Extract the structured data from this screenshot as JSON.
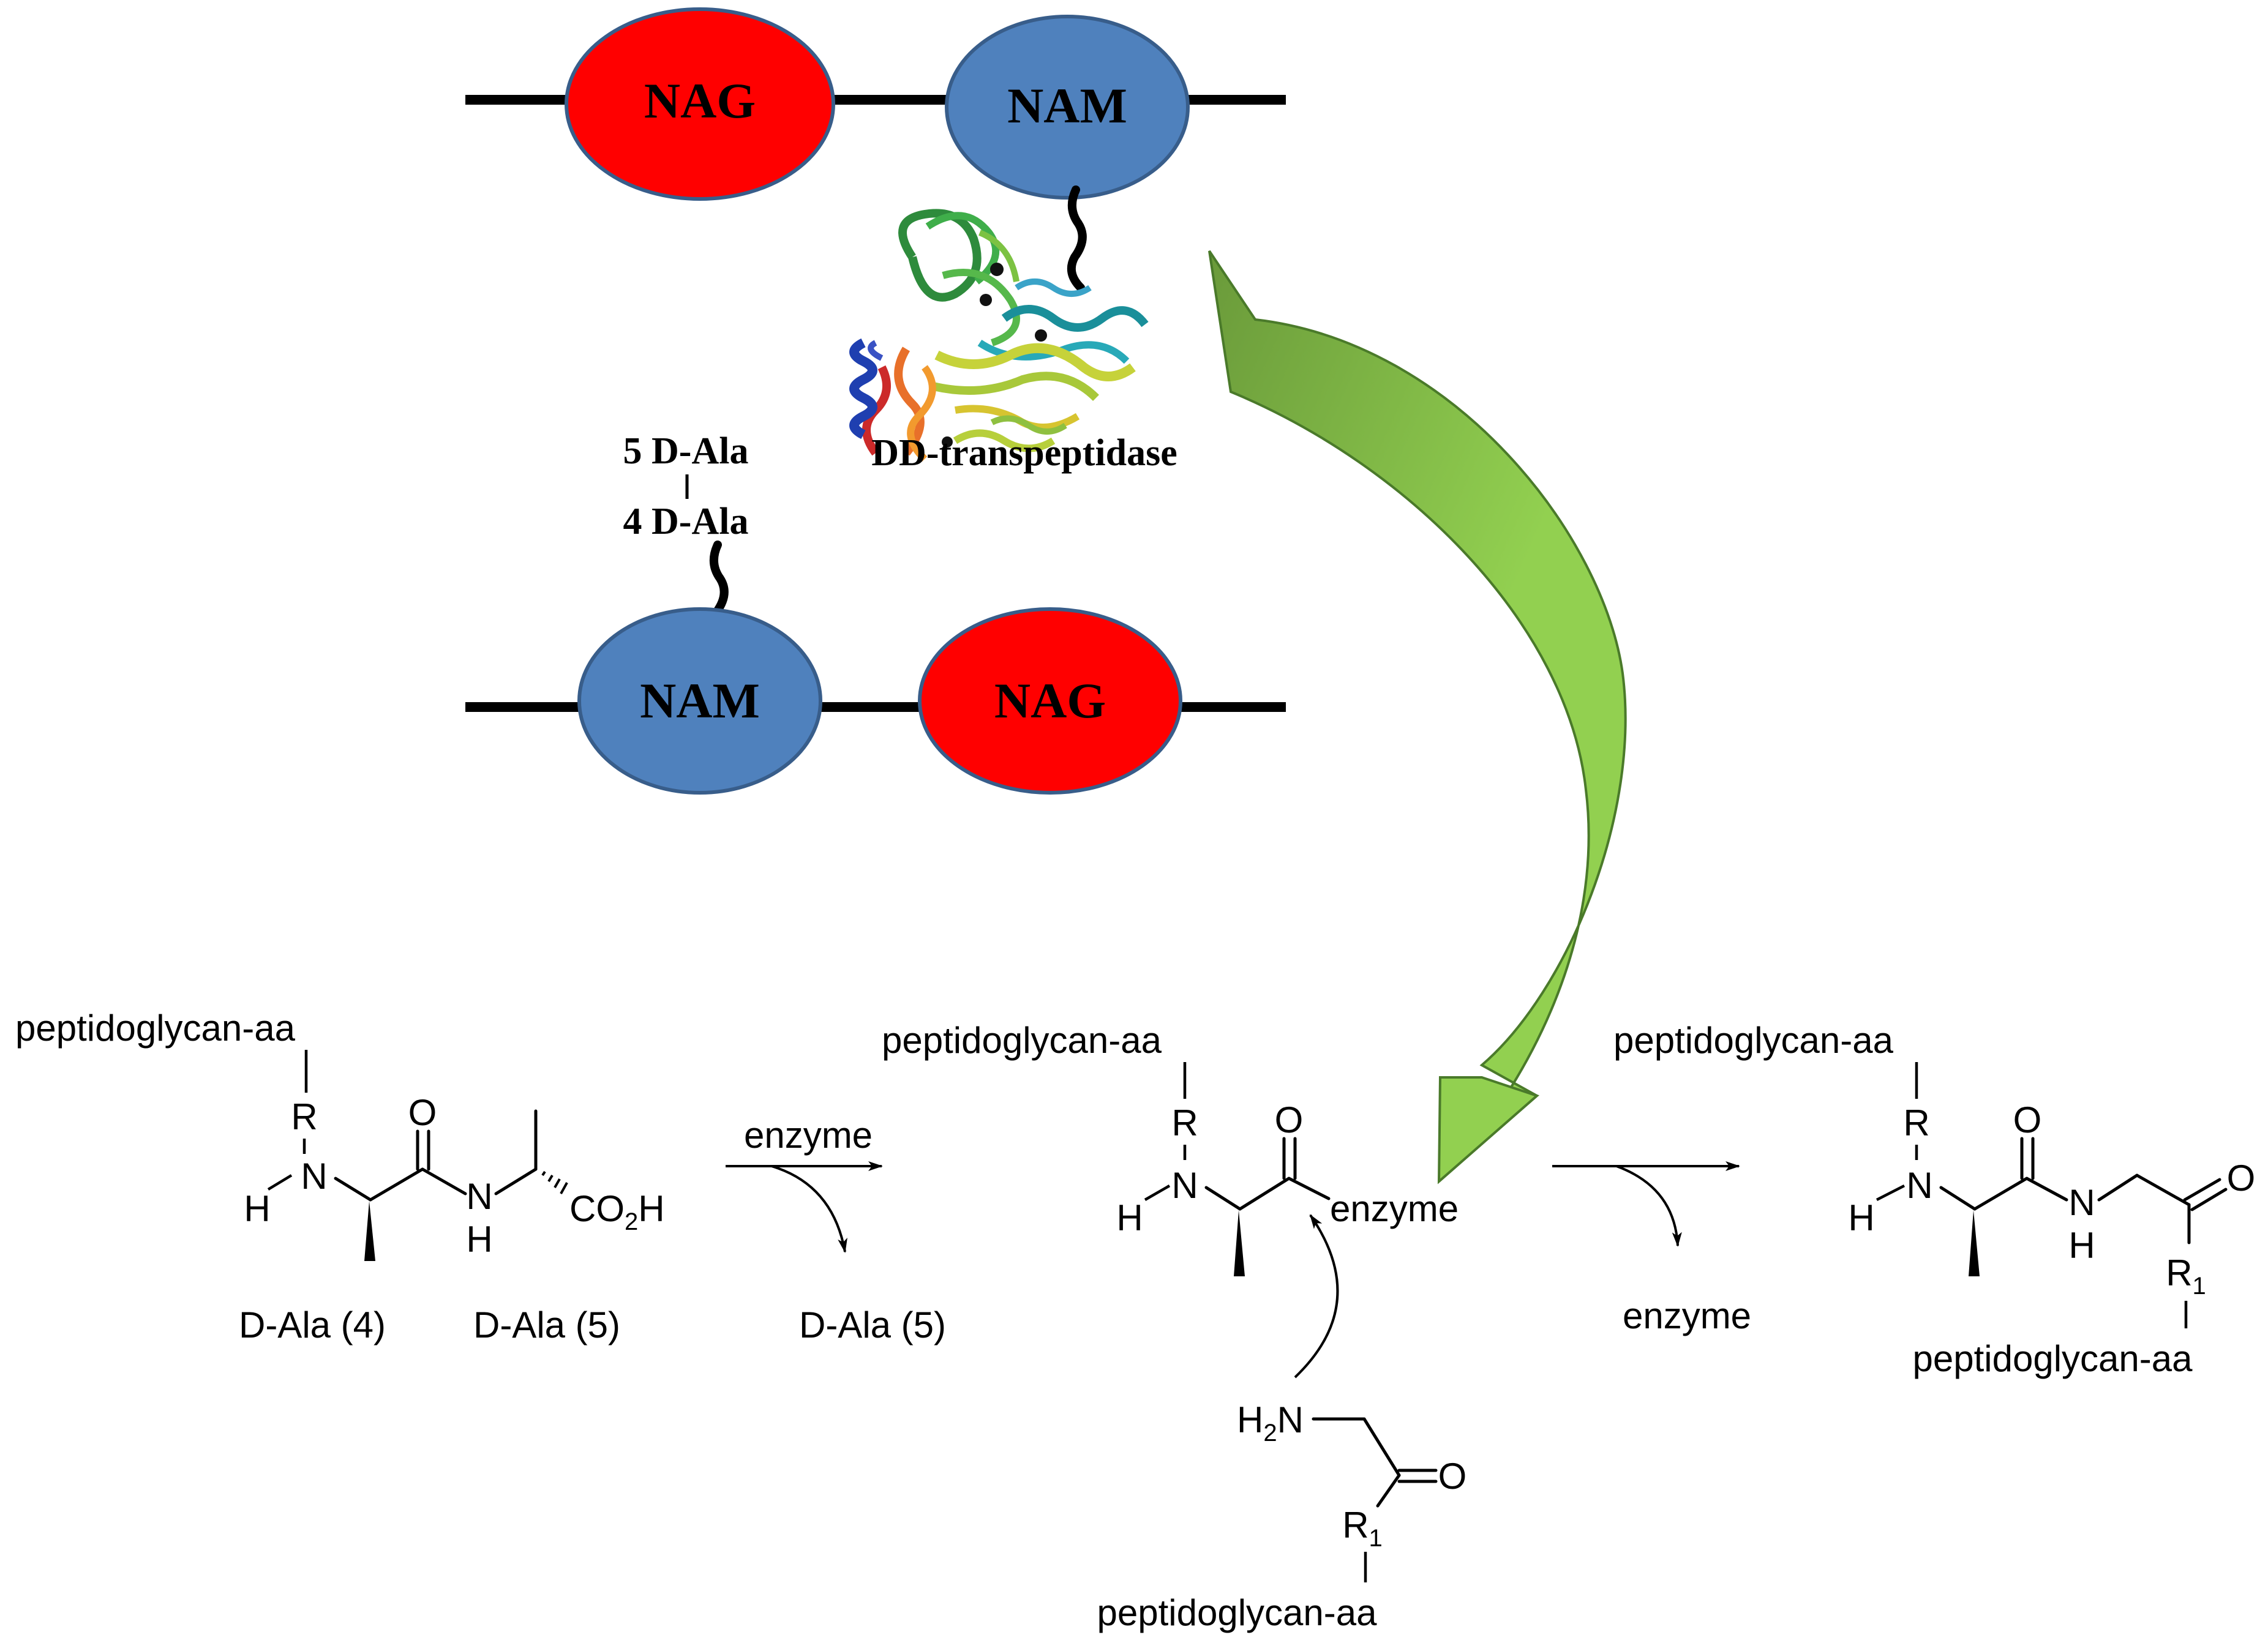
{
  "colors": {
    "nag_fill": "#ff0000",
    "nam_fill": "#4f81bd",
    "ellipse_stroke": "#385d8a",
    "arrow_light": "#92d050",
    "arrow_dark": "#6a9a3a"
  },
  "top_strand": {
    "left": "NAG",
    "right": "NAM"
  },
  "bottom_strand": {
    "left": "NAM",
    "right": "NAG"
  },
  "peptide": {
    "residue5": "5 D-Ala",
    "residue4": "4 D-Ala"
  },
  "enzyme_label": "DD-transpeptidase",
  "scheme": {
    "molecule1": {
      "chain": "peptidoglycan-aa",
      "r": "R",
      "n": "N",
      "h": "H",
      "o": "O",
      "nh_n": "N",
      "nh_h": "H",
      "acid_co": "CO",
      "acid_sub": "2",
      "acid_h": "H",
      "label4": "D-Ala (4)",
      "label5": "D-Ala (5)"
    },
    "step1": {
      "above": "enzyme",
      "below": "D-Ala (5)"
    },
    "molecule2": {
      "chain": "peptidoglycan-aa",
      "r": "R",
      "n": "N",
      "h": "H",
      "o": "O",
      "enzyme": "enzyme"
    },
    "nucleophile": {
      "h2n_h": "H",
      "h2n_sub": "2",
      "h2n_n": "N",
      "o": "O",
      "r1": "R",
      "r1_sub": "1",
      "chain": "peptidoglycan-aa"
    },
    "step2": {
      "below": "enzyme"
    },
    "molecule3": {
      "chain": "peptidoglycan-aa",
      "r": "R",
      "n": "N",
      "h": "H",
      "o1": "O",
      "nh_n": "N",
      "nh_h": "H",
      "o2": "O",
      "r1": "R",
      "r1_sub": "1",
      "chain2": "peptidoglycan-aa"
    }
  }
}
